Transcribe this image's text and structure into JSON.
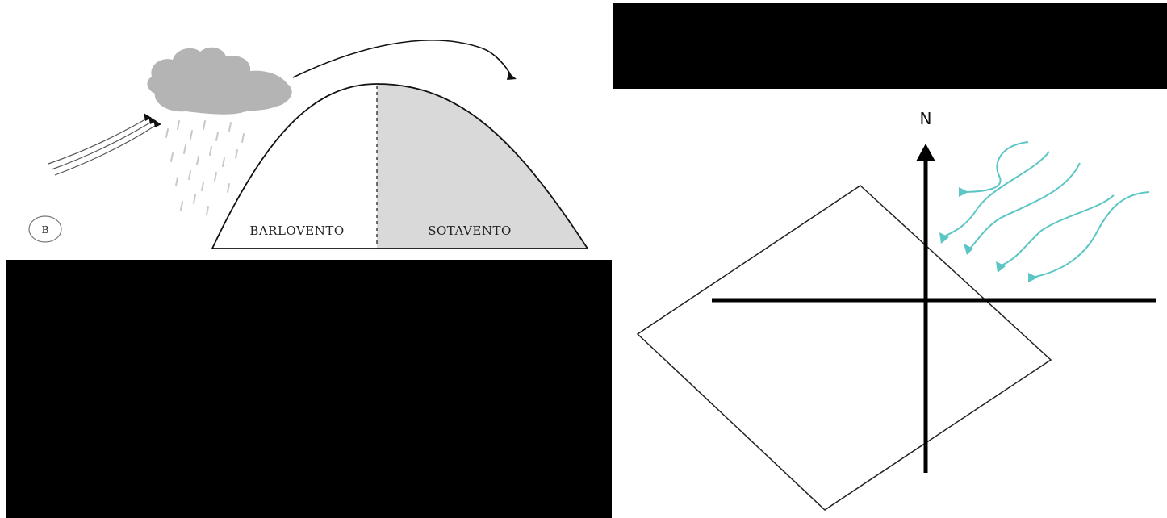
{
  "left_diagram": {
    "windward_label": "BARLOVENTO",
    "leeward_label": "SOTAVENTO",
    "legend_symbol": "B",
    "colors": {
      "cloud": "#b4b4b4",
      "leeward_fill": "#d9d9d9",
      "outline": "#000000",
      "rain": "#c8c8c8"
    }
  },
  "right_diagram": {
    "north_label": "N",
    "colors": {
      "axis": "#000000",
      "wind_arrows": "#5cc6c4",
      "outline": "#000000"
    }
  }
}
